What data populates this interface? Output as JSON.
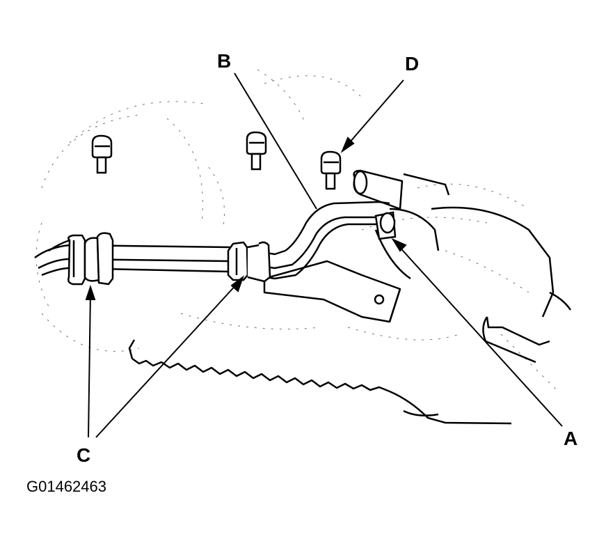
{
  "labels": {
    "a": "A",
    "b": "B",
    "c": "C",
    "d": "D"
  },
  "figure_id": "G01462463",
  "colors": {
    "ink": "#000000",
    "paper": "#ffffff"
  }
}
